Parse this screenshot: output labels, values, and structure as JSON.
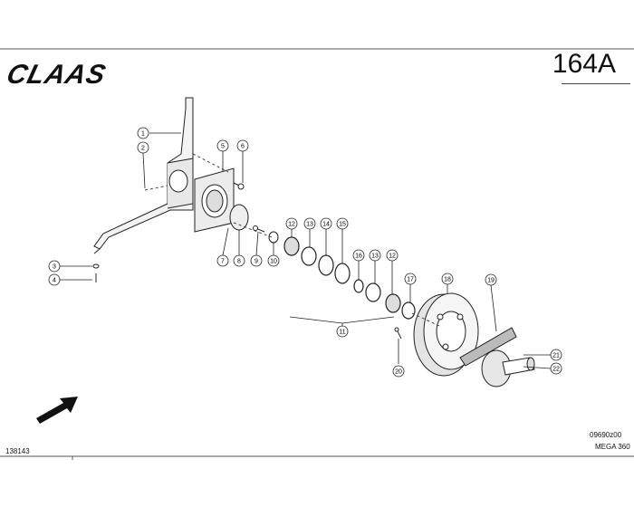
{
  "header": {
    "brand": "CLAAS",
    "page_number": "164A"
  },
  "footer": {
    "drawing_code": "09690z00",
    "model": "MEGA 360",
    "document_number": "138143"
  },
  "callouts": [
    "1",
    "2",
    "3",
    "4",
    "5",
    "6",
    "7",
    "8",
    "9",
    "10",
    "11",
    "12",
    "13",
    "14",
    "15",
    "16",
    "13",
    "12",
    "17",
    "18",
    "19",
    "20",
    "21",
    "22"
  ],
  "icons": {
    "orientation_arrow": "arrow-up-right-icon"
  }
}
